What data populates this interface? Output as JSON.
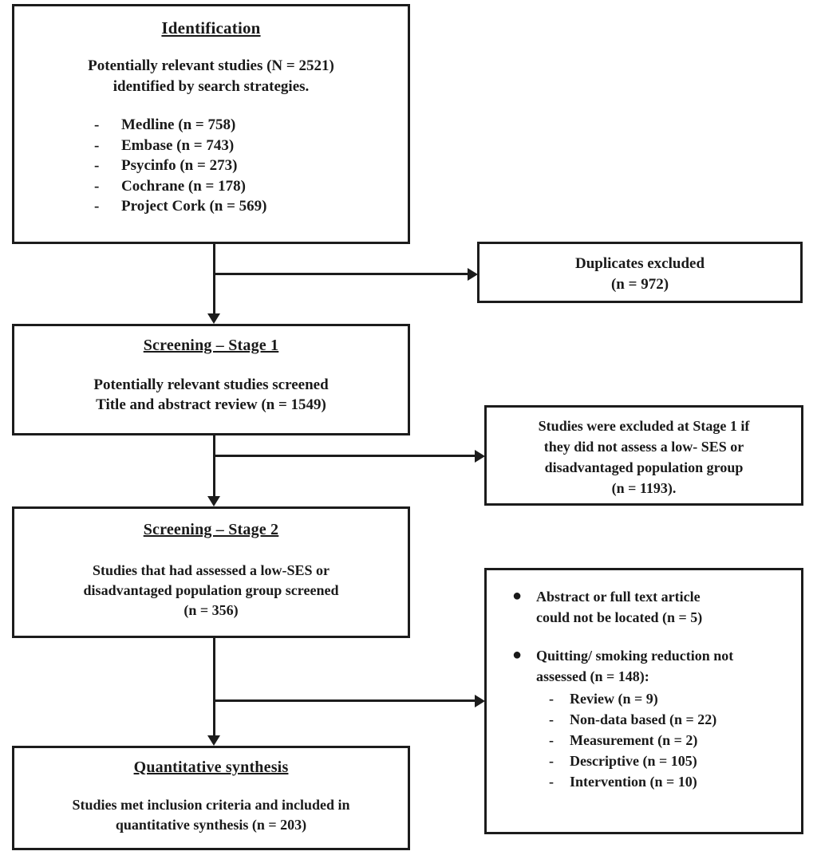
{
  "diagram": {
    "title": "PRISMA study selection flow diagram",
    "type": "flowchart",
    "accent_color": "#1c1c1c",
    "background_color": "#ffffff"
  },
  "identification": {
    "title": "Identification",
    "body_line1": "Potentially relevant studies (N = 2521)",
    "body_line2": "identified by search strategies.",
    "databases": [
      {
        "dash": "-",
        "label": "Medline (n = 758)"
      },
      {
        "dash": "-",
        "label": "Embase (n = 743)"
      },
      {
        "dash": "-",
        "label": "Psycinfo (n = 273)"
      },
      {
        "dash": "-",
        "label": "Cochrane (n = 178)"
      },
      {
        "dash": "-",
        "label": "Project Cork (n = 569)"
      }
    ]
  },
  "duplicates_excluded": {
    "line1": "Duplicates excluded",
    "line2": "(n = 972)"
  },
  "screening_stage1": {
    "title": "Screening – Stage 1",
    "body_line1": "Potentially relevant studies screened",
    "body_line2": "Title and abstract review (n = 1549)"
  },
  "excluded_stage1": {
    "line1": "Studies were excluded at Stage 1 if",
    "line2": "they did not assess a low- SES or",
    "line3": "disadvantaged population group",
    "line4": "(n = 1193)."
  },
  "screening_stage2": {
    "title": "Screening – Stage 2",
    "body_line1": "Studies that had assessed a low-SES or",
    "body_line2": "disadvantaged population group screened",
    "body_line3": "(n = 356)"
  },
  "excluded_stage2": {
    "bullet_glyph": "●",
    "items": [
      {
        "line1": "Abstract or full text article",
        "line2": "could not be located (n = 5)",
        "sub_items": []
      },
      {
        "line1": "Quitting/ smoking reduction not",
        "line2": "assessed (n = 148):",
        "sub_items": [
          {
            "dash": "-",
            "label": "Review (n = 9)"
          },
          {
            "dash": "-",
            "label": "Non-data based (n = 22)"
          },
          {
            "dash": "-",
            "label": "Measurement (n = 2)"
          },
          {
            "dash": "-",
            "label": "Descriptive (n = 105)"
          },
          {
            "dash": "-",
            "label": "Intervention (n = 10)"
          }
        ]
      }
    ]
  },
  "quantitative_synthesis": {
    "title": "Quantitative synthesis",
    "body_line1": "Studies met inclusion criteria and included in",
    "body_line2": "quantitative synthesis (n = 203)"
  }
}
